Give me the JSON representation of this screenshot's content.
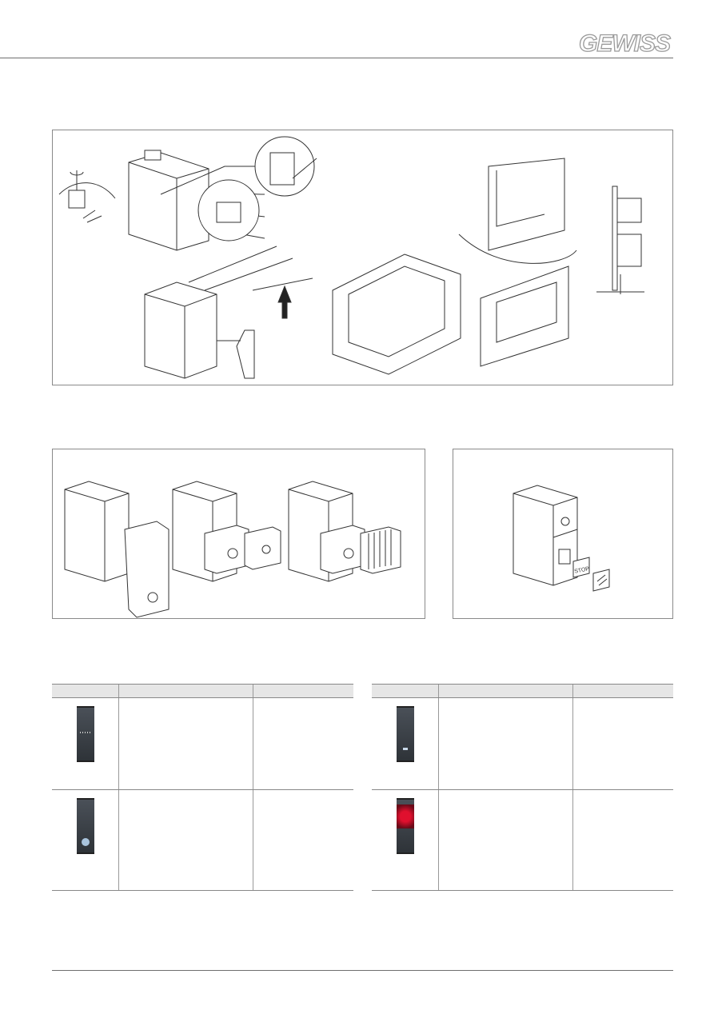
{
  "header": {
    "logo_text": "GEWISS"
  },
  "illustrations": {
    "stop_label": "STOP"
  },
  "tables": [
    {
      "headers": [
        "",
        "",
        ""
      ],
      "rows": [
        {
          "product": "dimmer-module",
          "cells": [
            "",
            ""
          ]
        },
        {
          "product": "push-button-with-indicator",
          "cells": [
            "",
            ""
          ]
        }
      ]
    },
    {
      "headers": [
        "",
        "",
        ""
      ],
      "rows": [
        {
          "product": "key-button-module",
          "cells": [
            "",
            ""
          ]
        },
        {
          "product": "red-indicator-lamp",
          "cells": [
            "",
            ""
          ]
        }
      ]
    }
  ],
  "colors": {
    "module_dark": "#3d4248",
    "header_bg": "#e6e6e6",
    "lamp_red": "#c0102a"
  }
}
